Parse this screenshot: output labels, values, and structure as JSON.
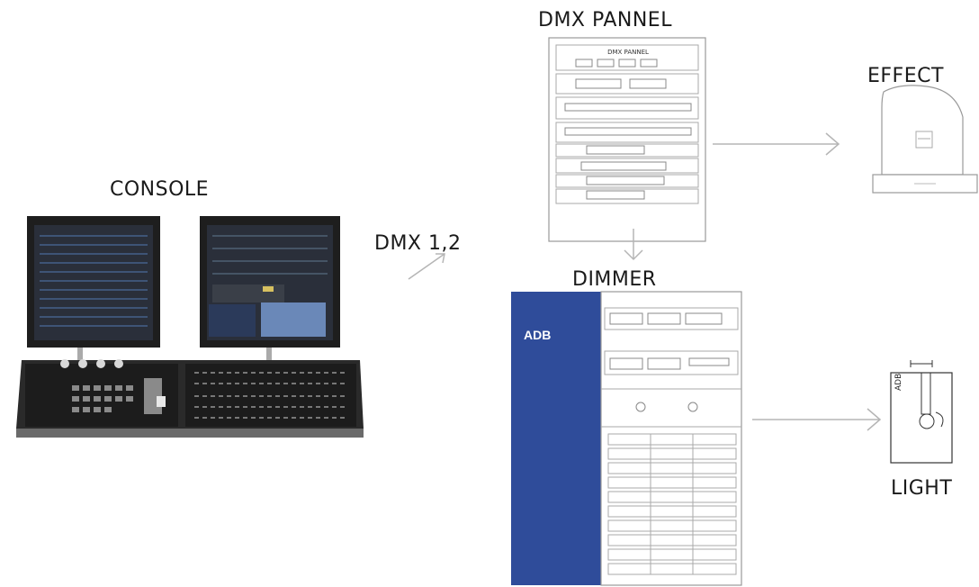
{
  "labels": {
    "console": "CONSOLE",
    "dmx_link": "DMX 1,2",
    "dmx_panel": "DMX PANNEL",
    "dmx_panel_inner": "DMX PANNEL",
    "effect": "EFFECT",
    "dimmer": "DIMMER",
    "dimmer_brand": "ADB",
    "light": "LIGHT",
    "light_brand": "ADB"
  },
  "colors": {
    "dimmer_accent": "#2f4c9a",
    "arrow": "#b5b5b5",
    "outline": "#9a9a9a",
    "console_dark": "#1c1c1c"
  },
  "icons": [
    "console-icon",
    "dmx-panel-icon",
    "moving-head-effect-icon",
    "dimmer-rack-icon",
    "spotlight-icon"
  ]
}
